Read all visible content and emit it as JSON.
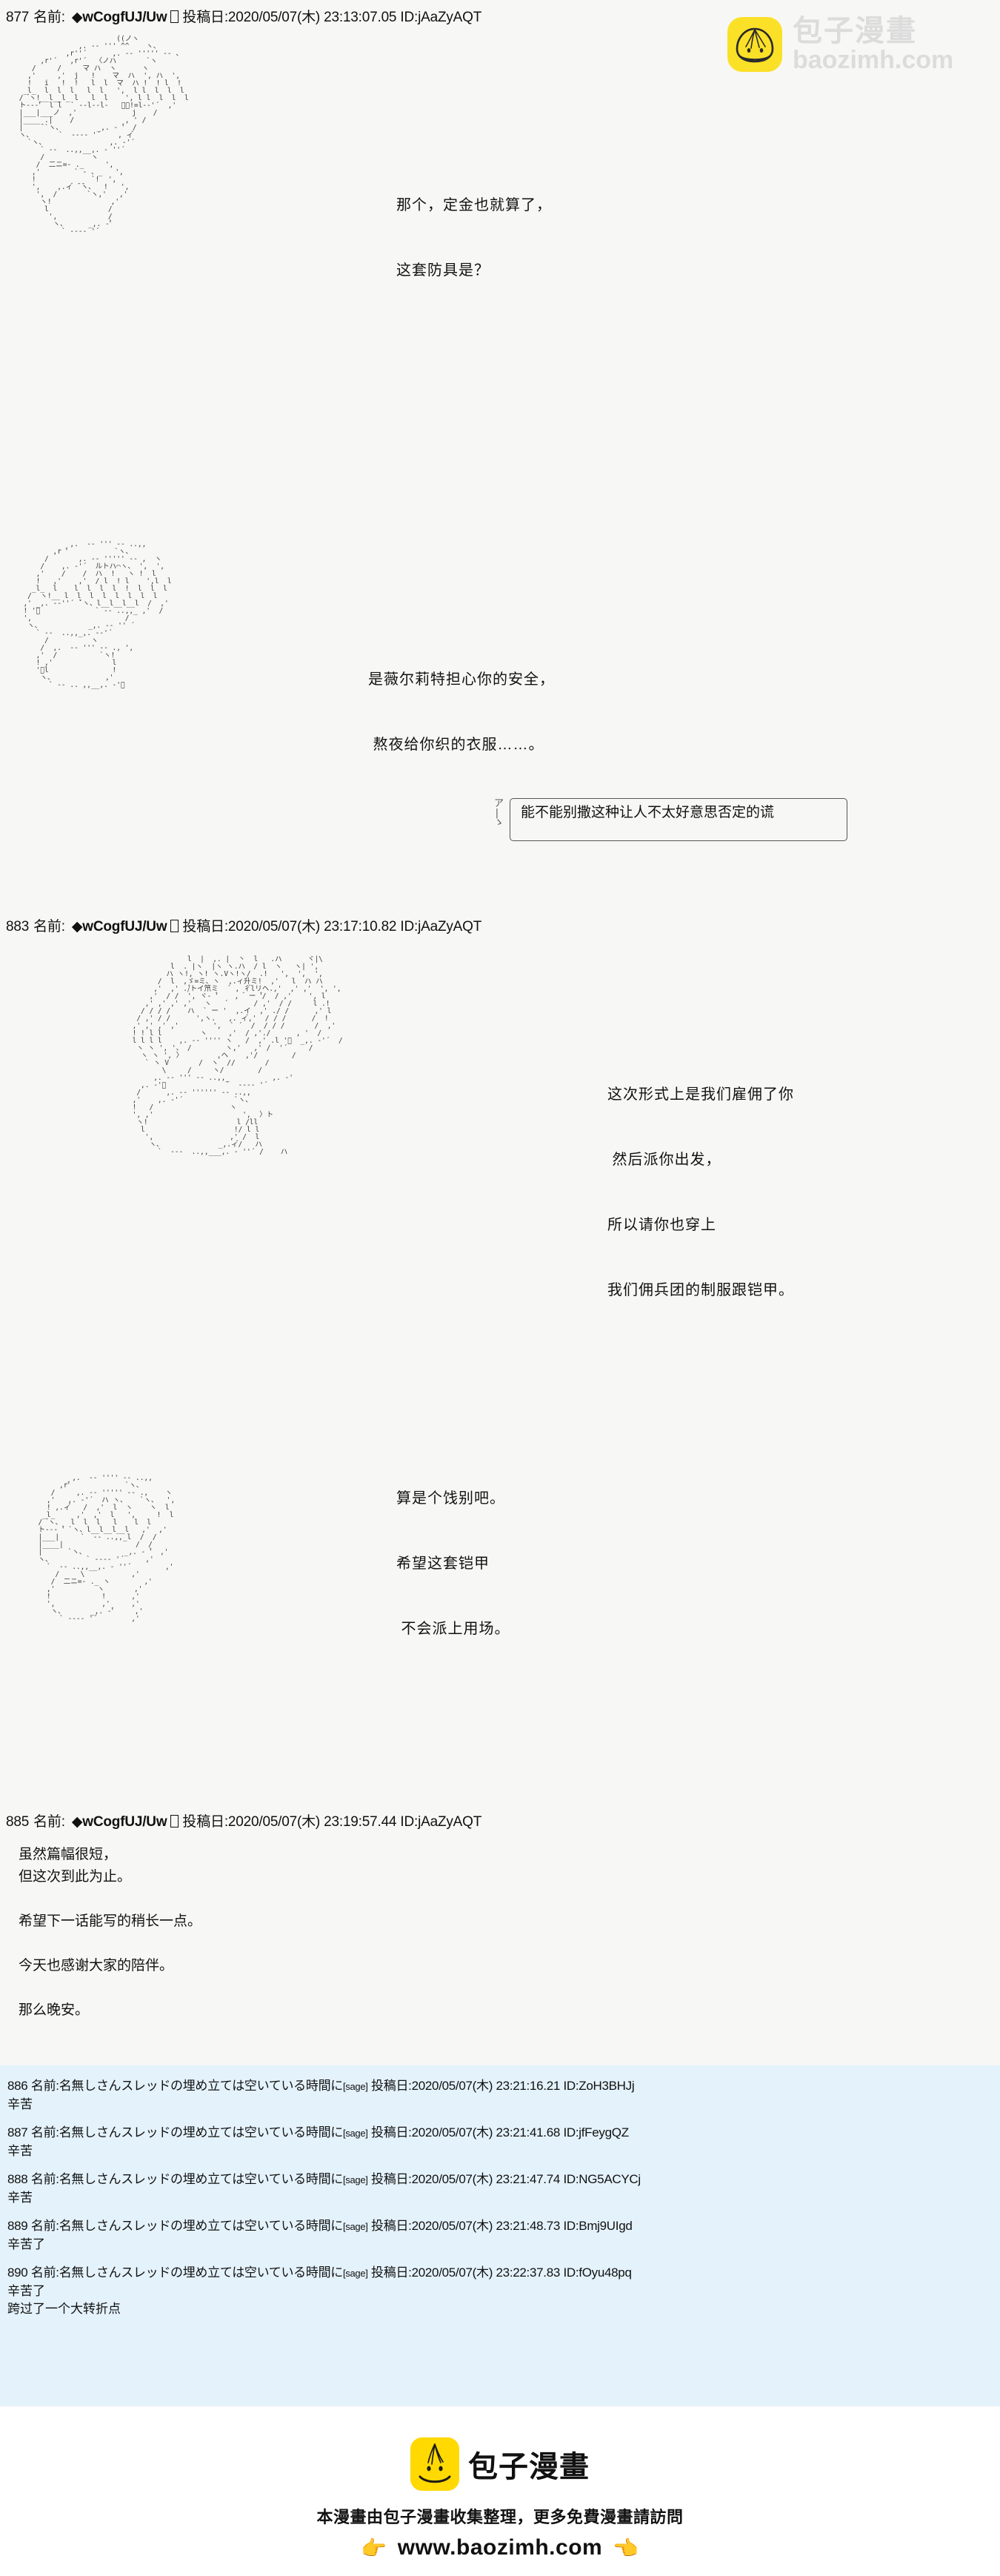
{
  "watermark": {
    "brand_cn": "包子漫畫",
    "url": "baozimh.com",
    "accent": "#fbe028"
  },
  "posts": [
    {
      "number": "877",
      "name_label": "名前:",
      "tripcode": "◆wCogfUJ/Uw",
      "date_label": "投稿日:",
      "datetime": "2020/05/07(木) 23:13:07.05",
      "id": "ID:jAaZyAQT",
      "art1": "                        ((ノヽ\n               ,. -‐ ''' ^^    ヽ、\n            ,r''´      ,. -‐ ''''' ‐- 、\n      ,r'´   ,r'´  〈ノハ       `ヽ\n    /     /     マ ハ  ヽ      ヽ\n   ,'     ,'  j   !    マ  ハ  ', ハ  ',\n   !   i   !  !   l  l  マ  ハ !  ! l  !\n  _l_  l  l  l   l  l   ',  l l  l  l  l\n /  ゙ヽ!__l__l_ l   l  l    ', l l  l  l  l\n ト-‐‐'゙  l l  ` ‐-l--l-   ゙ー!=l-‐'´  ,'\n |___|___ノ  ,'             j    /\n |____ .|    /            , ' /\n |    ̄ `ヽ、        _,. ‐ '゙  /\n ヽ、      `  ‐--‐ '´    , ィ゙\n   `ヽ、               ,. ‐'´\n      ` ‐-  ..,,__,. ‐ ''´\n      /           ヽ\n     /  二ニ=- ._     ',\n    ,'        ` ‐ 、_   ',\n    !             `!  ',\n    ',    ,.ィ゙ ̄ ̄ヽ、  !   ',\n     ',  /       `ヽ,'   ,'\n      ヽ!              ,'\n       l              /\n        ',            /\n         ヽ、     _,. ‐'゙\n           ` ‐--‐ '´",
      "dialogue1": "那个，定金也就算了，\n\n这套防具是？",
      "art2": "             ,.  -‐ ''' ‐- ..,,\n         ,r '゙           `ヽ、\n       /       ,. -‐ ''''' ‐- ,  ヽ\n      /    ,. ‐'´  ルトハ⌒ヽ、 ',  ',\n     ,'    /    /  ハ  !   ヽ !  l\n     !   ,'    ,'  / l  ! l    ',l  l\n    _l_  l    l  l  l  l  !  l  l  l\n   /  ヽ!__ l  l  l  l  l  l  l  l\n  ,' _,. -‐''´ ̄`ヽ、l__l__l__l  /  ,'\n  ! '゙             ` ‐- ..,,_ ,'  /\n  ',                      /\n   ヽ、           _,. -‐ '' ´\n     ` ‐-  ..,,_,. -‐'´\n       /          ヽ\n      /  ,.  -‐ ''' ‐- ., ',\n     ,'  /          `ヽ!\n     ! ,'              l\n     '゙l               !\n      ヽ、            ,'\n        ` ‐- .. ,,__,. ‐'゙",
      "dialogue2": "是薇尔莉特担心你的安全，\n\n 熬夜给你织的衣服……。",
      "quote": "能不能别撒这种让人不太好意思否定的谎"
    },
    {
      "number": "883",
      "name_label": "名前:",
      "tripcode": "◆wCogfUJ/Uw",
      "date_label": "投稿日:",
      "datetime": "2020/05/07(木) 23:17:10.82",
      "id": "ID:jAaZyAQT",
      "art1": "                  l  |  ,. |  丶  l   .ハ      ヾ|\\\n              l  . |ヽ  |ヽ ヽ.ハ  / l  ヽ   ヽ| ',\n             ハ ヽ!, ヽ! ヽ.Vヽ!ヽ/  .!   ',  ',  ',\n           /  l  ,ゞ=ミ、ヽ  ,.ィ升ミ!  ,'   l  ハ ハ\n          ,'  ,' ./゙トイ笊ミ  ´ , 彳゙lリヘ.,'  ,' ,'  ', ',\n         ,'  / /  ', ヾ- '゙    ,  ゙ ー '゙/  / ,'    ', l\n        ,' ,' ,' ,'   ヽ   ´      / ,'  / /     l .!\n       / / / /    ハ  ` ー '  ,.イ  ,' ./ /      ,' l\n      / ,' / /      ',ヽ.   ,. ィ゙,'  / / /      /  !\n     ,' ,' ,' ,'        ',  ` ´  /  / / /       /  ,'\n     ! ! l l         ヽ     ,'  / ,'./      , '  /\n     l l l l    ,. -‐ '''' ヽ   /  ,' .l '゙  _,. ‐'´  /\n      ヽ ヽ ', '、 /        ヽ,'   ,' /  '´     /\n       ヽ ヽ ', 〉        ,ヘ    ,'/        /\n        ` ヽ V       /  ヽ  //       /\n            \\     /     ヽ/        /\n          ,. ‐‐ ''' ‐- ..,,_          ,. ‐'\n       ,. ‐'゙              `  ‐--‐ '´\n      /      ,. -‐ '''''' ‐- ..,,\n     ,'    ,. ‐'´            `ヽ、\n     !   /                  ヽ\n     ', ,'                     ',  〉ト\n      ヽ!                     l /ll\n       l                     !/ l l\n        ',                  ,' /  l\n         ヽ、             _,.ィ゙/   ハ\n           `  ‐--  ..,,___,. ‐ ''´ /    ハ",
      "dialogue1": "这次形式上是我们雇佣了你\n\n 然后派你出发，\n\n所以请你也穿上\n\n我们佣兵团的制服跟铠甲。",
      "art2": "          ,.  -‐ '''' ‐- ..,,\n       ,r'゙             `ヽ、\n     /     ,. -‐ ''''' ‐- .,    ヽ\n    ,'   ,. ‐'´  ハ ヽ、   `ヽ、  ',\n    ! ,.ィ゙   /  ,'  l  ヽ    ヽ  l\n   _l_     ,'  ,'  l   ',     !  l\n  /  ゙ヽ、  l  l  l   l    l  l\n  ト-‐‐ '゙ `ヽ、l__l__l__l   ,'  ,'\n  |___|     `  ‐- ..,,_l  /  /\n  |____|                 /  /\n  |      `ヽ、         _,. ‐ '゙  ,'\n  ヽ、        ` ‐--‐ '´     ,'\n    `  ‐- ..,,__,. ‐ ''´        ,'\n      /     \\           ,'\n     /  二ニ=- ._ ヽ        ,'\n    ,'          ヽ       ,'\n    !            !      ,'\n    ',           ,'     ,'\n     ヽ、      _,. ‐'゙     ,'\n       ` ‐--‐ '´        ,'",
      "dialogue2": "算是个饯别吧。\n\n希望这套铠甲\n\n 不会派上用场。"
    },
    {
      "number": "885",
      "name_label": "名前:",
      "tripcode": "◆wCogfUJ/Uw",
      "date_label": "投稿日:",
      "datetime": "2020/05/07(木) 23:19:57.44",
      "id": "ID:jAaZyAQT",
      "body": "虽然篇幅很短，\n但这次到此为止。\n\n希望下一话能写的稍长一点。\n\n今天也感谢大家的陪伴。\n\n那么晚安。"
    }
  ],
  "replies": [
    {
      "number": "886",
      "name_label": "名前:",
      "name": "名無しさんスレッドの埋め立ては空いている時間に",
      "sage": "[sage]",
      "date_label": "投稿日:",
      "datetime": "2020/05/07(木) 23:21:16.21",
      "id": "ID:ZoH3BHJj",
      "body": "辛苦"
    },
    {
      "number": "887",
      "name_label": "名前:",
      "name": "名無しさんスレッドの埋め立ては空いている時間に",
      "sage": "[sage]",
      "date_label": "投稿日:",
      "datetime": "2020/05/07(木) 23:21:41.68",
      "id": "ID:jfFeygQZ",
      "body": "辛苦"
    },
    {
      "number": "888",
      "name_label": "名前:",
      "name": "名無しさんスレッドの埋め立ては空いている時間に",
      "sage": "[sage]",
      "date_label": "投稿日:",
      "datetime": "2020/05/07(木) 23:21:47.74",
      "id": "ID:NG5ACYCj",
      "body": "辛苦"
    },
    {
      "number": "889",
      "name_label": "名前:",
      "name": "名無しさんスレッドの埋め立ては空いている時間に",
      "sage": "[sage]",
      "date_label": "投稿日:",
      "datetime": "2020/05/07(木) 23:21:48.73",
      "id": "ID:Bmj9UIgd",
      "body": "辛苦了"
    },
    {
      "number": "890",
      "name_label": "名前:",
      "name": "名無しさんスレッドの埋め立ては空いている時間に",
      "sage": "[sage]",
      "date_label": "投稿日:",
      "datetime": "2020/05/07(木) 23:22:37.83",
      "id": "ID:fOyu48pq",
      "body": "辛苦了\n跨过了一个大转折点"
    }
  ],
  "footer": {
    "brand_cn": "包子漫畫",
    "tagline": "本漫畫由包子漫畫收集整理，更多免費漫畫請訪問",
    "url": "www.baozimh.com",
    "hand_left": "👉",
    "hand_right": "👈",
    "accent": "#ffd900"
  }
}
